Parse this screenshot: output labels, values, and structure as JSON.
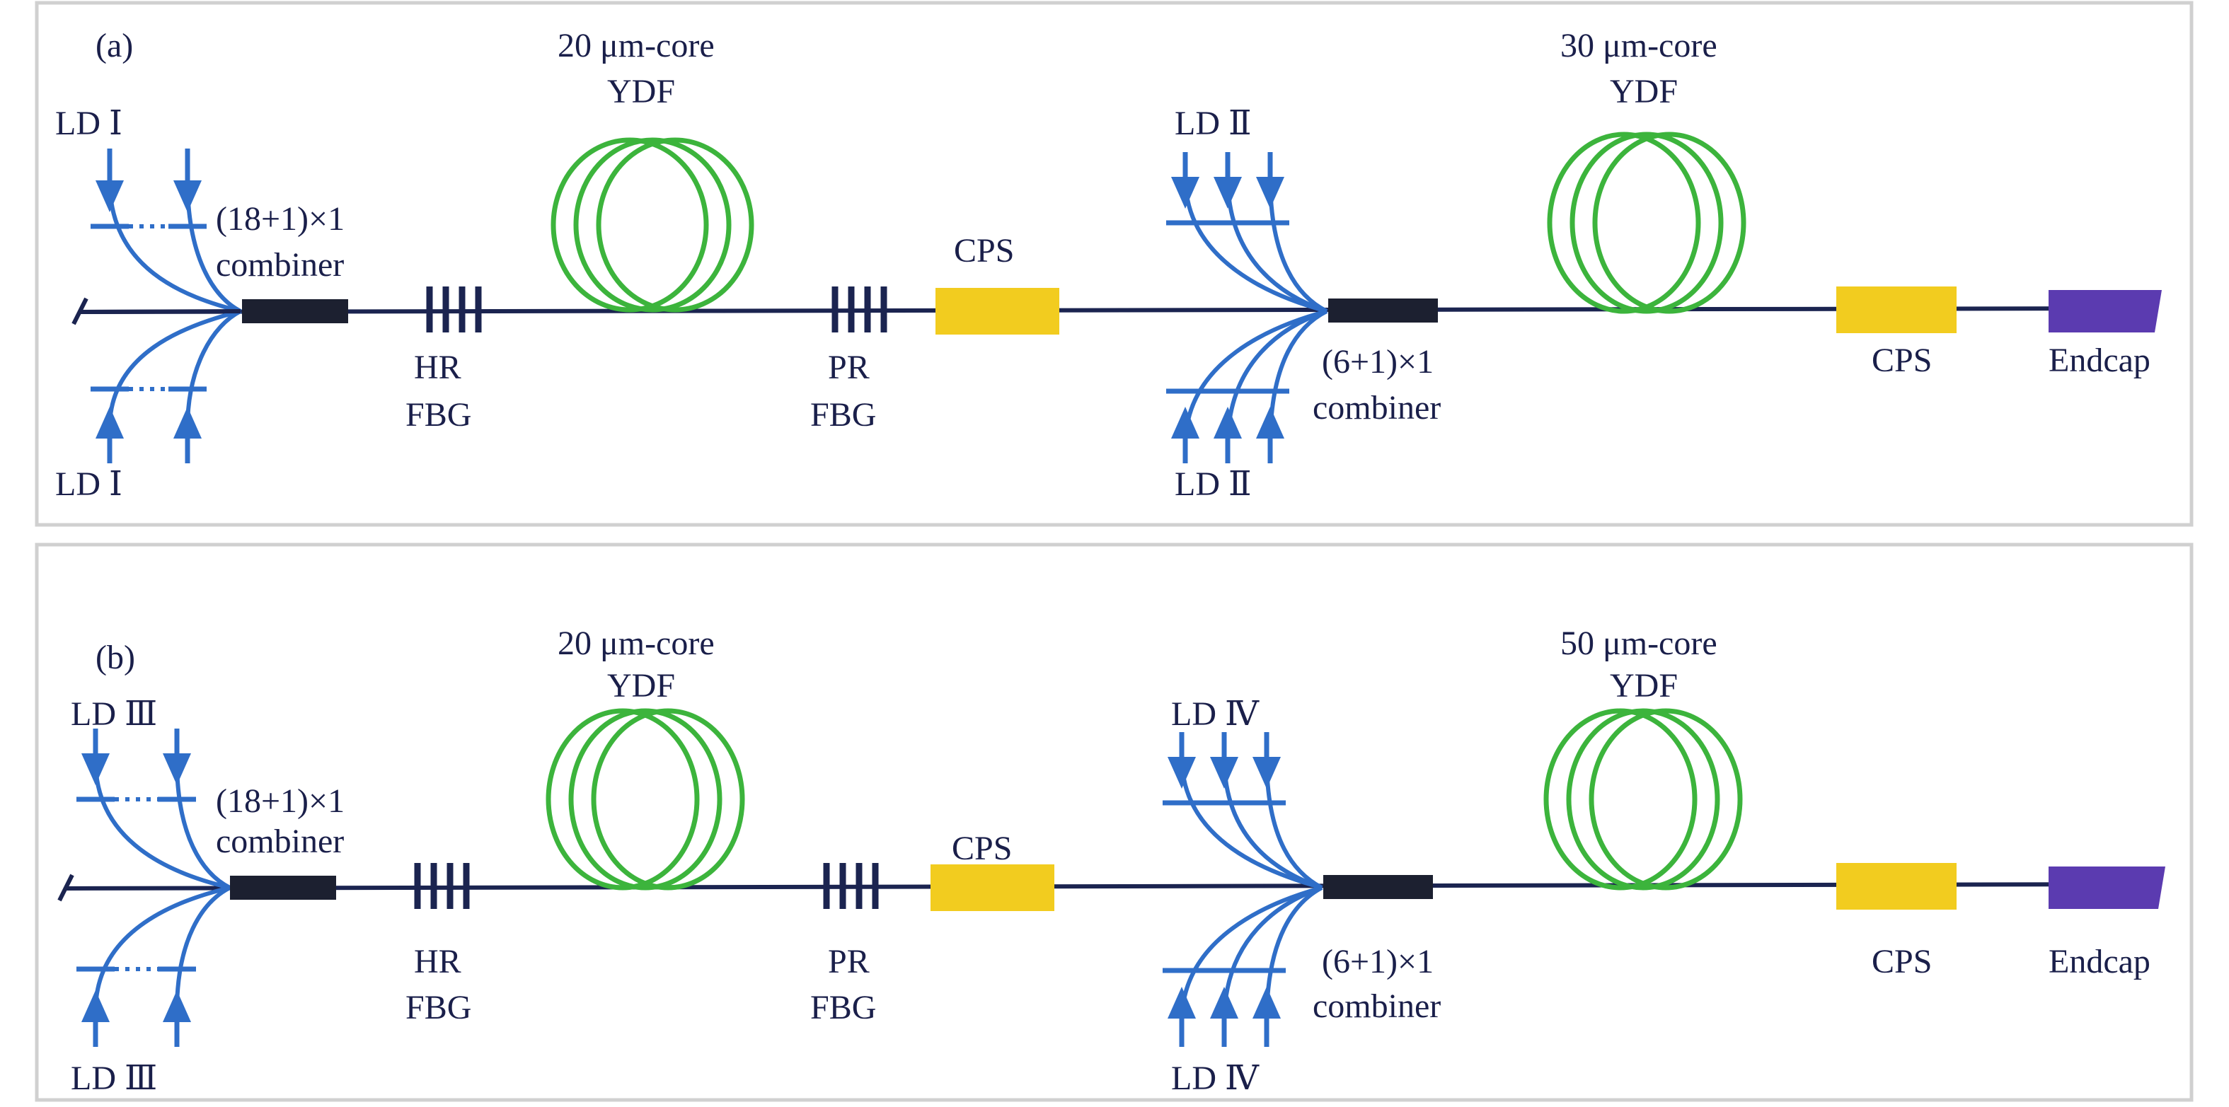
{
  "panels": [
    {
      "id": "a",
      "label": "(a)",
      "ld_top_left": "LD Ⅰ",
      "ld_bottom_left": "LD Ⅰ",
      "combiner1": [
        "(18+1)×1",
        "combiner"
      ],
      "hr_fbg": [
        "HR",
        "FBG"
      ],
      "ydf1": [
        "20 μm-core",
        "YDF"
      ],
      "pr_fbg": [
        "PR",
        "FBG"
      ],
      "cps1": "CPS",
      "ld_top_right": "LD Ⅱ",
      "ld_bottom_right": "LD Ⅱ",
      "combiner2": [
        "(6+1)×1",
        "combiner"
      ],
      "ydf2": [
        "30 μm-core",
        "YDF"
      ],
      "cps2": "CPS",
      "endcap": "Endcap"
    },
    {
      "id": "b",
      "label": "(b)",
      "ld_top_left": "LD Ⅲ",
      "ld_bottom_left": "LD Ⅲ",
      "combiner1": [
        "(18+1)×1",
        "combiner"
      ],
      "hr_fbg": [
        "HR",
        "FBG"
      ],
      "ydf1": [
        "20 μm-core",
        "YDF"
      ],
      "pr_fbg": [
        "PR",
        "FBG"
      ],
      "cps1": "CPS",
      "ld_top_right": "LD Ⅳ",
      "ld_bottom_right": "LD Ⅳ",
      "combiner2": [
        "(6+1)×1",
        "combiner"
      ],
      "ydf2": [
        "50 μm-core",
        "YDF"
      ],
      "cps2": "CPS",
      "endcap": "Endcap"
    }
  ],
  "colors": {
    "fiber": "#1b2450",
    "pump": "#2f6ec8",
    "coil": "#3cb43c",
    "combiner": "#1c2030",
    "cps": "#f2cc1f",
    "endcap": "#5b3bb0",
    "frame": "#d0d0d0",
    "text": "#1a1f4a"
  }
}
